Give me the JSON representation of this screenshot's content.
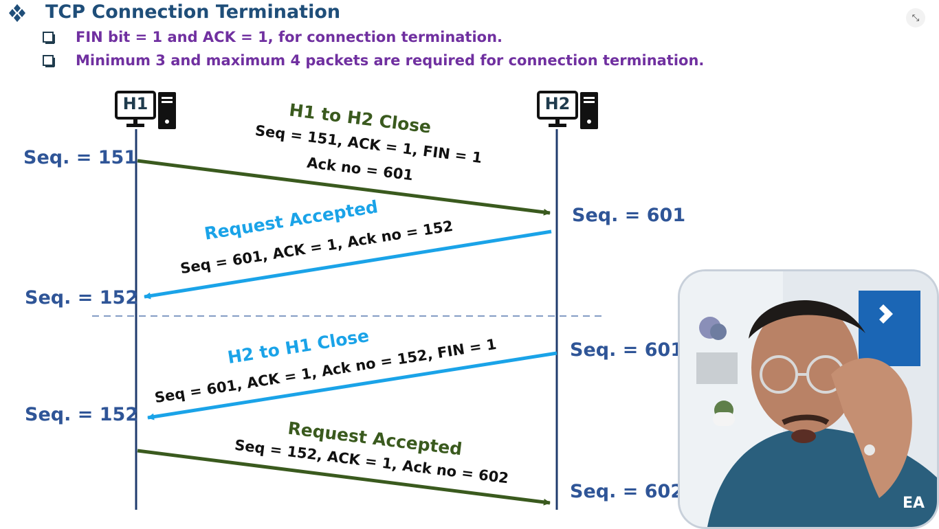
{
  "slide": {
    "title": "TCP Connection Termination",
    "bullets": [
      "FIN bit = 1 and ACK = 1, for connection termination.",
      "Minimum 3 and maximum 4 packets are required for connection termination."
    ]
  },
  "hosts": {
    "h1": "H1",
    "h2": "H2"
  },
  "seq_labels": {
    "h1_first": "Seq. = 151",
    "h2_first": "Seq. = 601",
    "h1_second": "Seq. = 152",
    "h2_second": "Seq. = 601",
    "h1_third": "Seq. = 152",
    "h2_third": "Seq. = 602"
  },
  "messages": [
    {
      "title": "H1 to H2 Close",
      "line1": "Seq = 151, ACK = 1, FIN = 1",
      "line2": "Ack no = 601"
    },
    {
      "title": "Request Accepted",
      "line1": "Seq = 601, ACK = 1, Ack no = 152"
    },
    {
      "title": "H2 to H1 Close",
      "line1": "Seq = 601, ACK = 1, Ack no = 152, FIN = 1"
    },
    {
      "title": "Request Accepted",
      "line1": "Seq = 152, ACK = 1, Ack no = 602"
    }
  ],
  "colors": {
    "title": "#1f4e79",
    "bullet_text": "#7030a0",
    "seq": "#2f5597",
    "arrow_green": "#3a5a1e",
    "arrow_blue": "#1aa3e8",
    "timeline": "#1f3b6d"
  },
  "icons": {
    "header": "four-diamond-bullet-icon",
    "bullet": "hollow-square-bullet-icon",
    "host": "computer-icon",
    "minimize": "minimize-icon"
  },
  "video": {
    "watermark": "EA"
  }
}
